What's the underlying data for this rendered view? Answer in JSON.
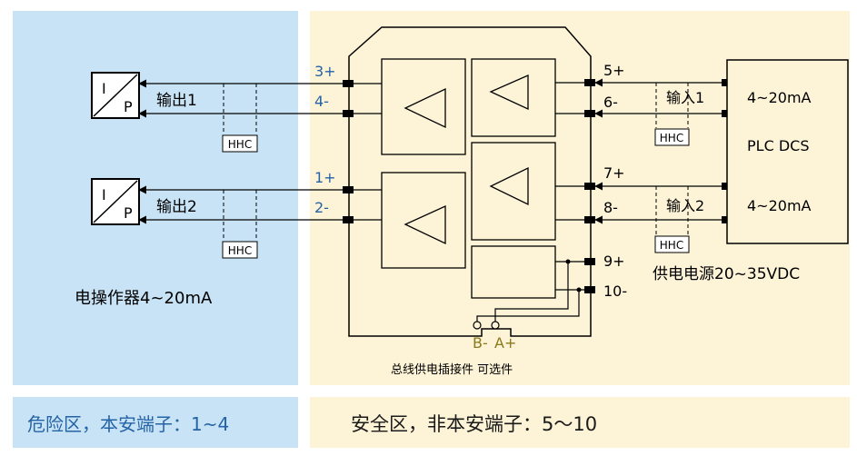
{
  "zones": {
    "hazard_footer": "危险区，本安端子：1~4",
    "safe_footer": "安全区，非本安端子：5～10"
  },
  "left": {
    "converter_i": "I",
    "converter_p": "P",
    "output1": "输出1",
    "output2": "输出2",
    "hhc": "HHC",
    "device_label": "电操作器4~20mA"
  },
  "terminals": {
    "t3": "3+",
    "t4": "4-",
    "t1": "1+",
    "t2": "2-",
    "t5": "5+",
    "t6": "6-",
    "t7": "7+",
    "t8": "8-",
    "t9": "9+",
    "t10": "10-"
  },
  "right": {
    "input1": "输入1",
    "input2": "输入2",
    "hhc": "HHC",
    "ma1": "4~20mA",
    "ma2": "4~20mA",
    "plc": "PLC DCS",
    "power": "供电电源20~35VDC"
  },
  "bus": {
    "b": "B-",
    "a": "A+",
    "caption": "总线供电插接件 可选件"
  },
  "colors": {
    "hazard_bg": "#c7e3f5",
    "safe_bg": "#fdf3d6",
    "terminal_blue": "#2563a6",
    "bus_olive": "#8a7a1a"
  }
}
